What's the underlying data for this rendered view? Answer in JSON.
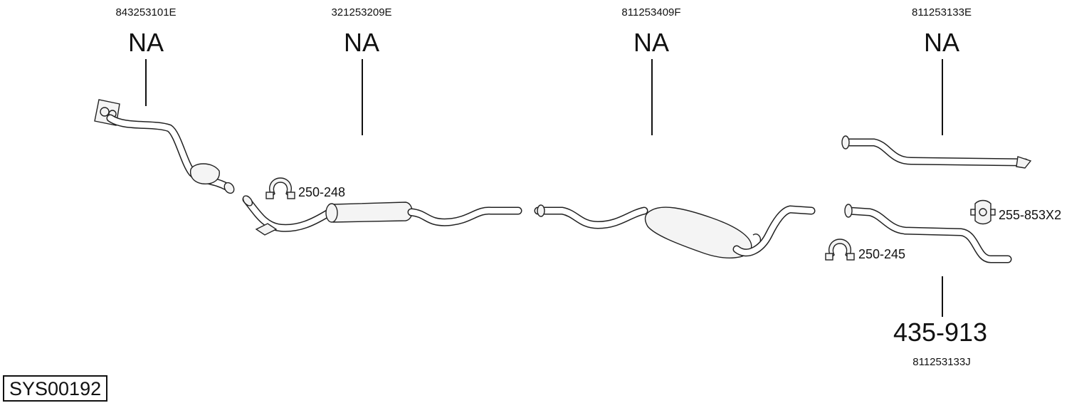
{
  "parts": [
    {
      "id": "front-pipe",
      "oe_number": "843253101E",
      "code": "NA"
    },
    {
      "id": "middle-pipe",
      "oe_number": "321253209E",
      "code": "NA"
    },
    {
      "id": "rear-silencer",
      "oe_number": "811253409F",
      "code": "NA"
    },
    {
      "id": "tail-pipe-upper",
      "oe_number": "811253133E",
      "code": "NA"
    },
    {
      "id": "tail-pipe-lower",
      "oe_number": "811253133J",
      "code": "435-913"
    }
  ],
  "accessories": [
    {
      "id": "clamp-1",
      "label": "250-248",
      "icon": "pipe-clamp-icon"
    },
    {
      "id": "clamp-2",
      "label": "250-245",
      "icon": "pipe-clamp-icon"
    },
    {
      "id": "hanger",
      "label": "255-853X2",
      "icon": "rubber-hanger-icon"
    }
  ],
  "system_id": "SYS00192"
}
